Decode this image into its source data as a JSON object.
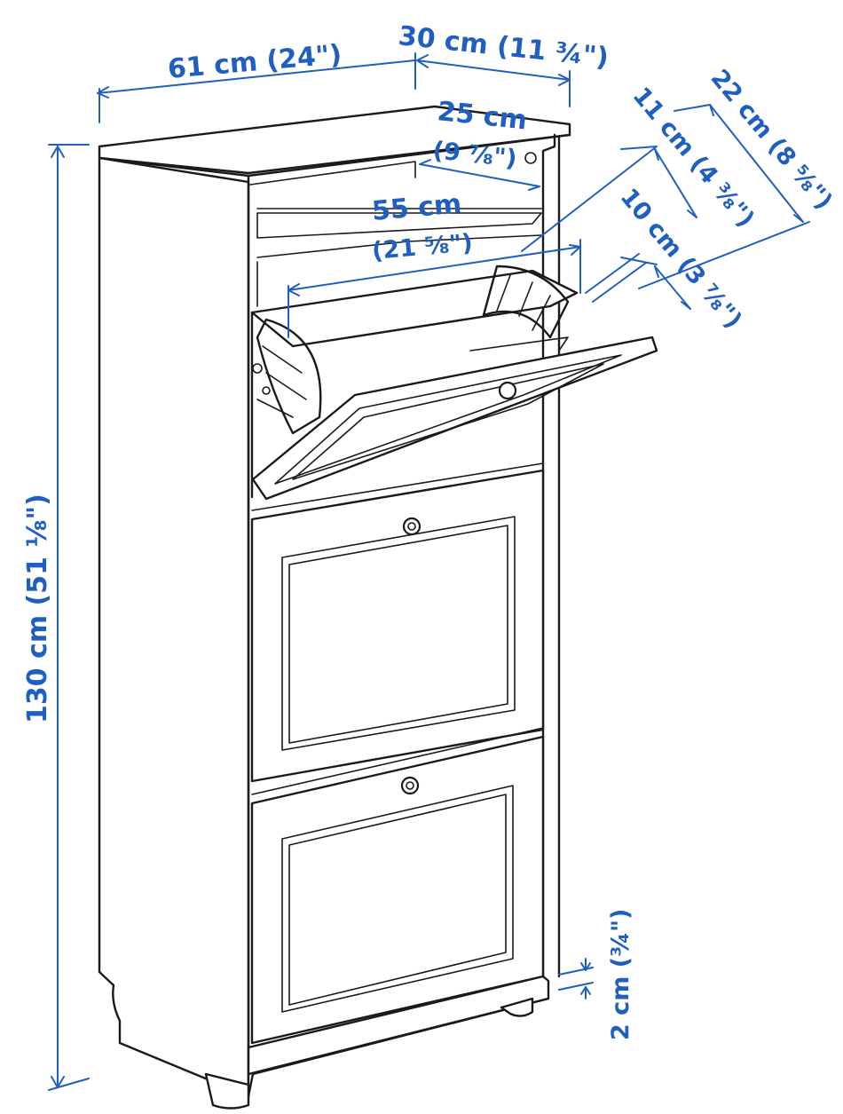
{
  "colors": {
    "dimension": "#1f5fbf",
    "line": "#1a1a1a",
    "background": "#ffffff"
  },
  "dimensions": {
    "width": "61 cm (24\")",
    "depth": "30 cm (11 ¾\")",
    "inner_depth_cm": "25 cm",
    "inner_depth_in": "(9 ⅞\")",
    "inner_width_cm": "55 cm",
    "inner_width_in": "(21 ⅝\")",
    "open_depth_a": "11 cm (4 ⅜\")",
    "open_depth_b": "22 cm (8 ⅝\")",
    "compartment_depth": "10 cm (3 ⅞\")",
    "height": "130 cm (51 ⅛\")",
    "foot_height": "2 cm (¾\")"
  }
}
